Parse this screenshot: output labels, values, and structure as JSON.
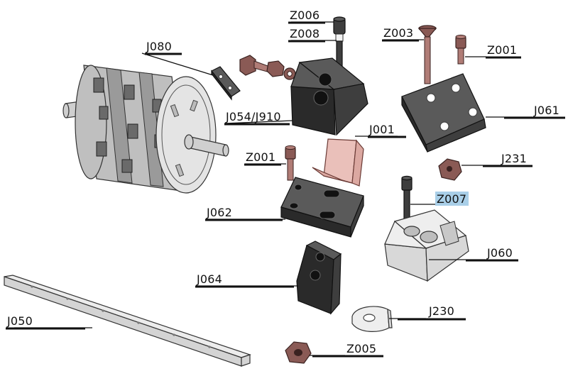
{
  "labels": {
    "z006": "Z006",
    "z008": "Z008",
    "z003": "Z003",
    "z001_top": "Z001",
    "j080": "J080",
    "j054": "J054/J910",
    "j061": "J061",
    "j001": "J001",
    "z001_mid": "Z001",
    "j231": "J231",
    "z007": "Z007",
    "j062": "J062",
    "j060": "J060",
    "j064": "J064",
    "j230": "J230",
    "j050": "J050",
    "z005": "Z005"
  },
  "colors": {
    "highlight": "#a9cfe8",
    "dark_part": "#2a2a2a",
    "rust_part": "#8a5a55",
    "pink_part": "#dba8a1",
    "light_part": "#d8d8d8"
  }
}
